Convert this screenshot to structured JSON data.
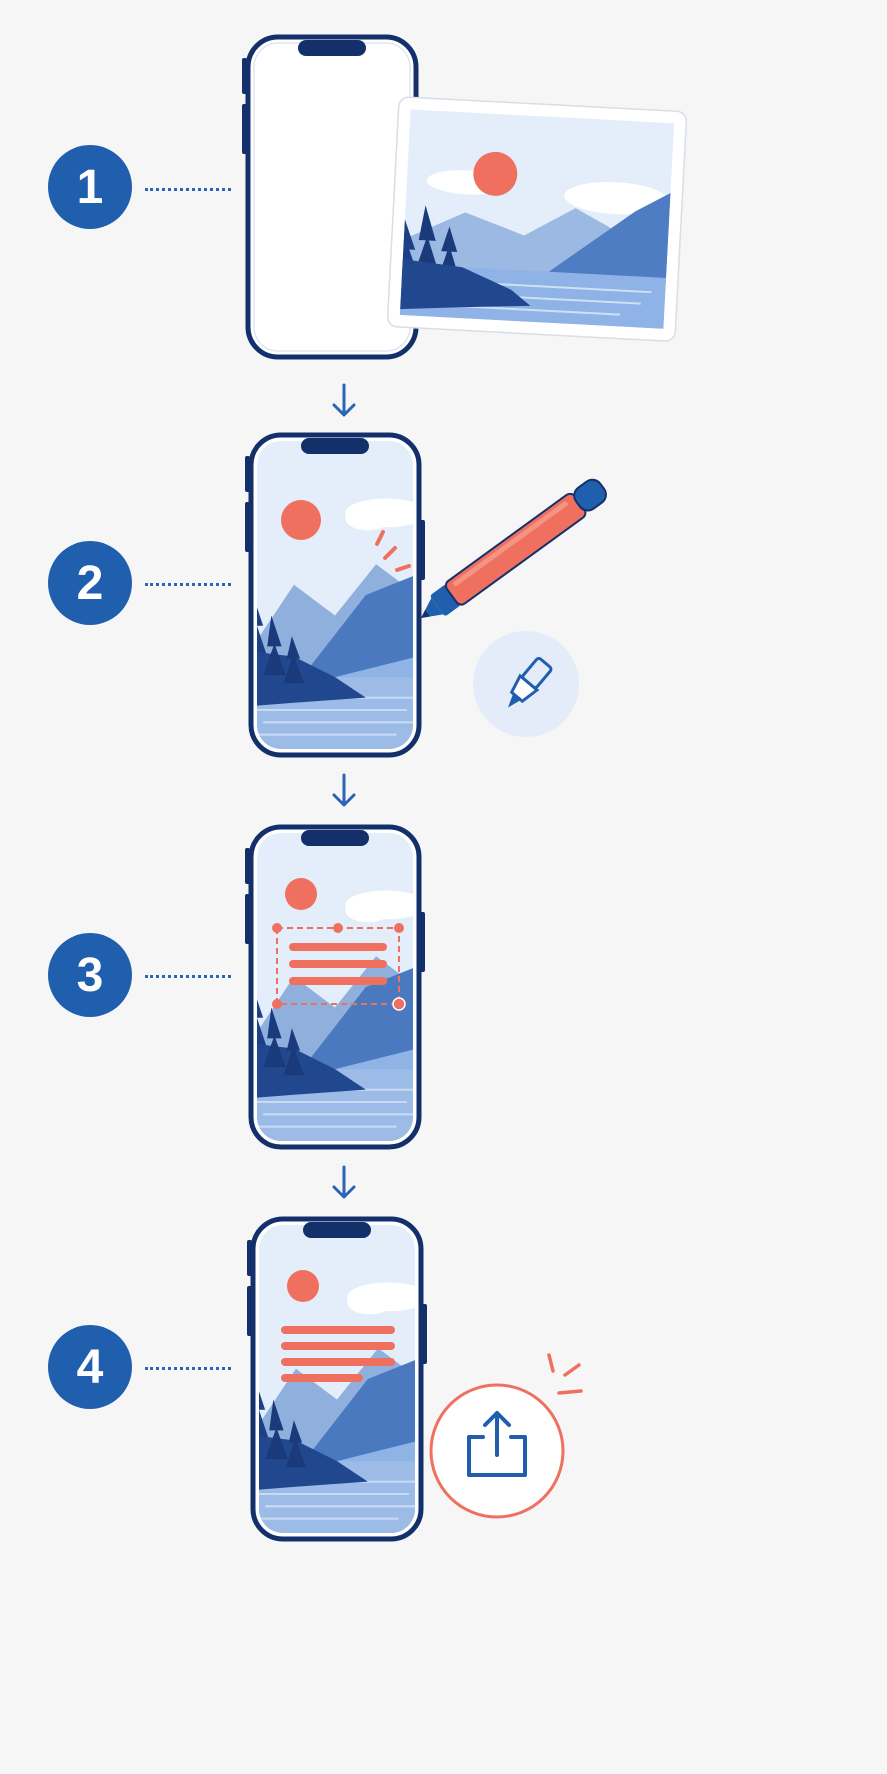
{
  "steps": [
    {
      "number": "1",
      "name": "blank-phone-and-photo"
    },
    {
      "number": "2",
      "name": "photo-on-phone-with-pen"
    },
    {
      "number": "3",
      "name": "text-box-selection"
    },
    {
      "number": "4",
      "name": "share-result"
    }
  ],
  "icons": {
    "pen": "pen-icon",
    "highlighter": "highlighter-icon",
    "share": "share-icon",
    "arrow": "arrow-down-icon"
  },
  "colors": {
    "blue_dark": "#14306b",
    "blue_accent": "#1f5fae",
    "red_accent": "#f07060",
    "sky": "#e4eefa"
  }
}
